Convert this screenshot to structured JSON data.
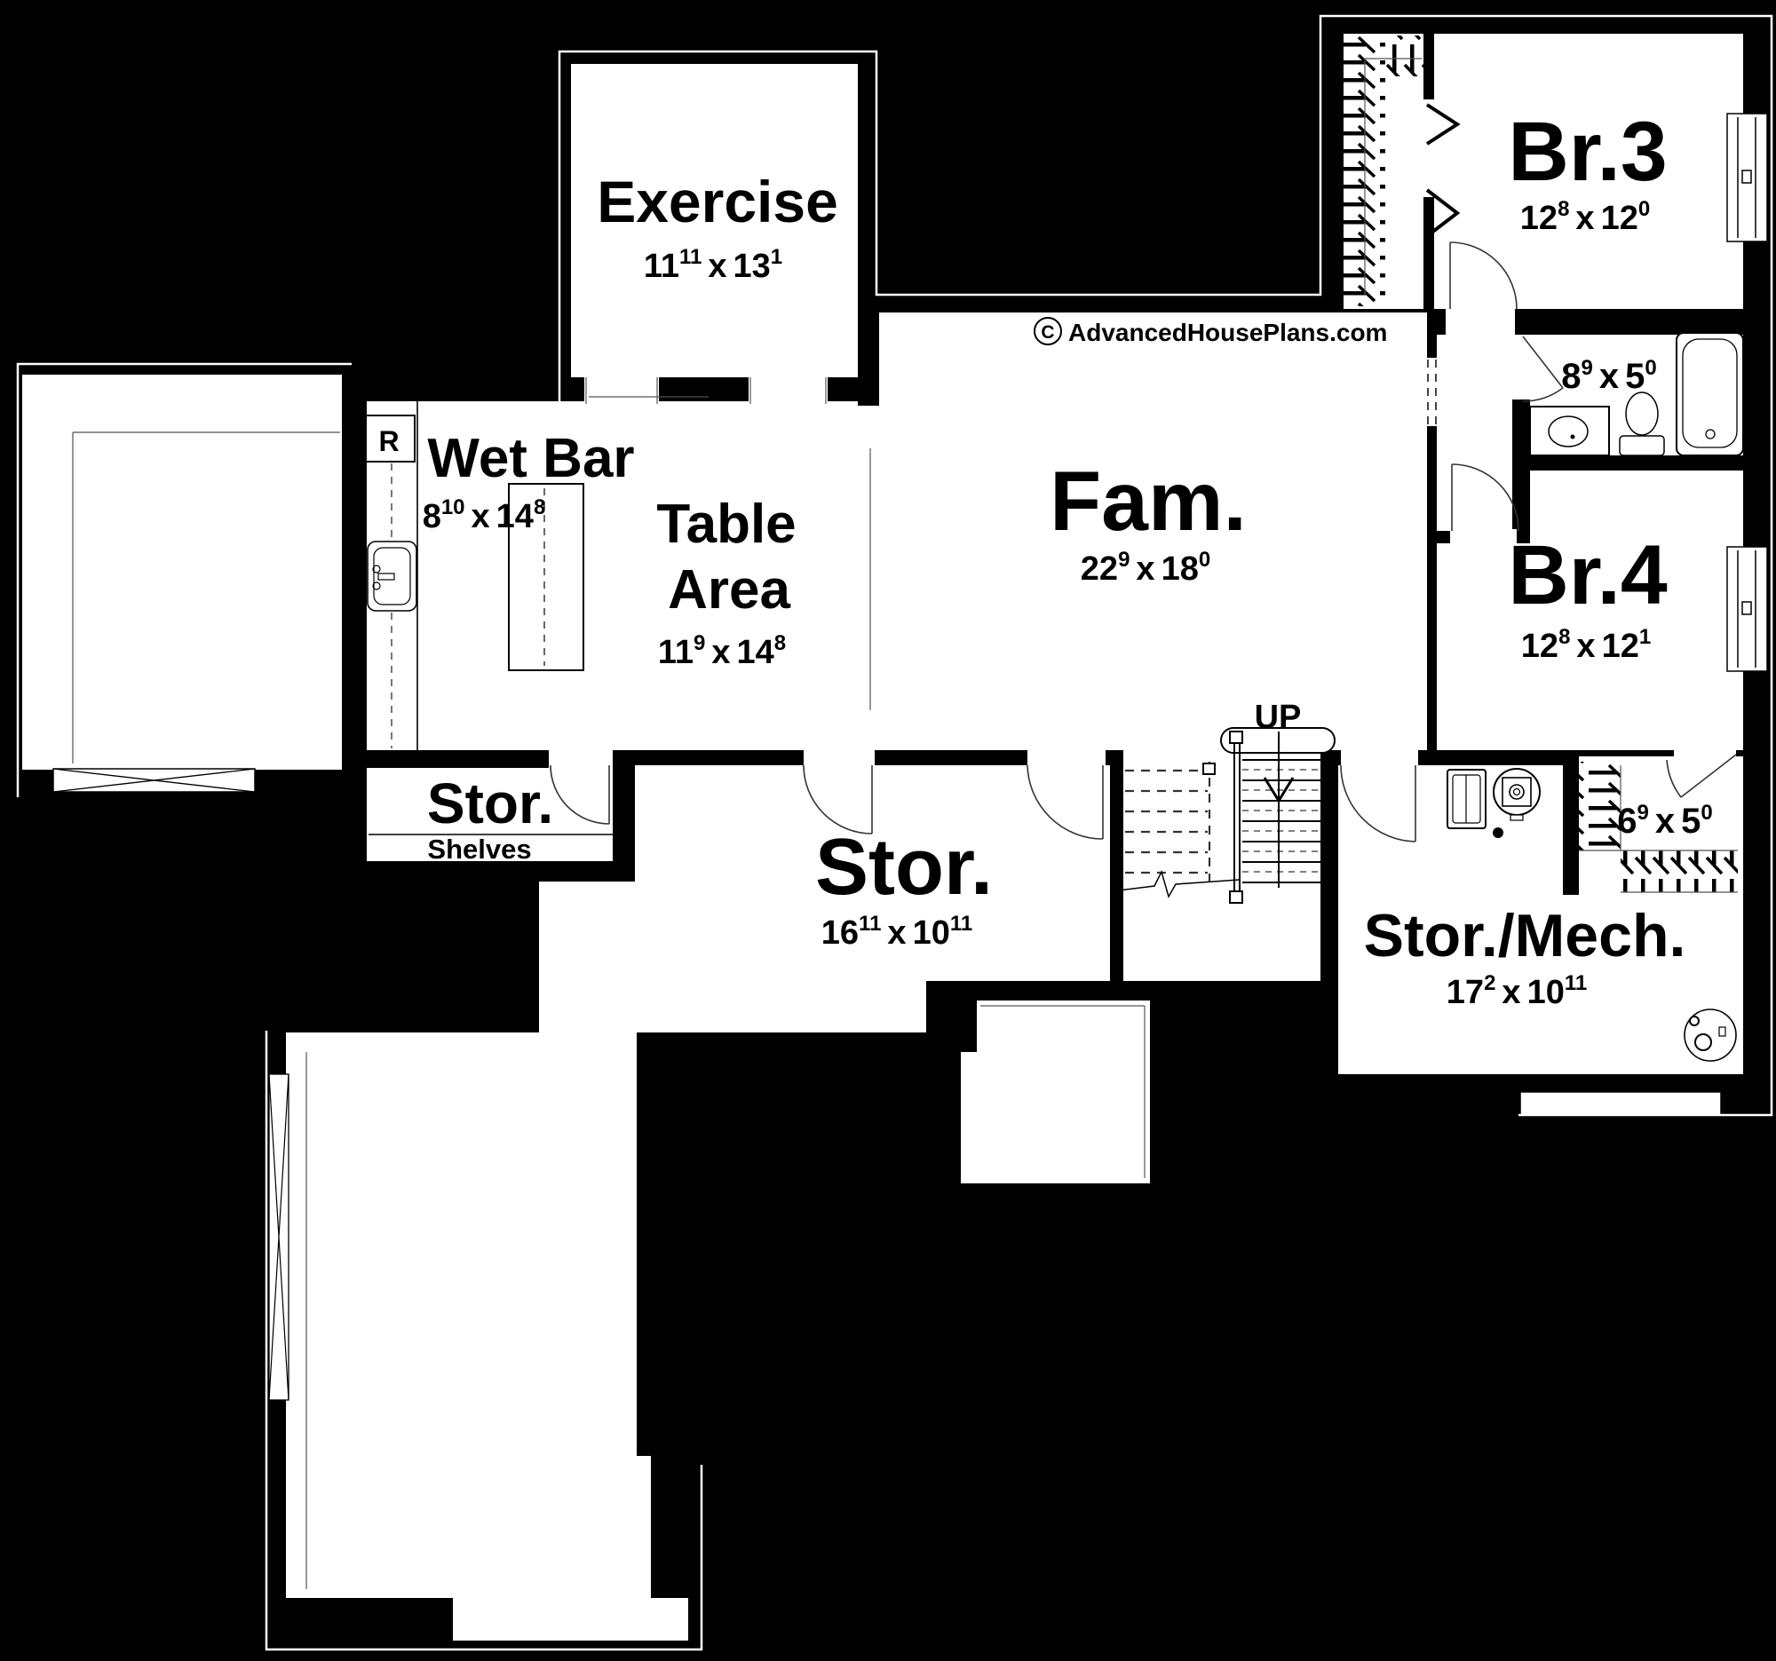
{
  "watermark": {
    "symbol": "C",
    "text": "AdvancedHousePlans.com"
  },
  "stairs": {
    "up_label": "UP"
  },
  "fixtures": {
    "fridge_label": "R"
  },
  "colors": {
    "background": "#000000",
    "floor": "#ffffff",
    "line": "#000000"
  },
  "rooms": {
    "exercise": {
      "label": "Exercise",
      "dim": {
        "w": "11",
        "w_sup": "11",
        "sep": "x",
        "h": "13",
        "h_sup": "1"
      }
    },
    "br3": {
      "label": "Br.3",
      "dim": {
        "w": "12",
        "w_sup": "8",
        "sep": "x",
        "h": "12",
        "h_sup": "0"
      }
    },
    "bath": {
      "dim": {
        "w": "8",
        "w_sup": "9",
        "sep": "x",
        "h": "5",
        "h_sup": "0"
      }
    },
    "br4": {
      "label": "Br.4",
      "dim": {
        "w": "12",
        "w_sup": "8",
        "sep": "x",
        "h": "12",
        "h_sup": "1"
      }
    },
    "fam": {
      "label": "Fam.",
      "dim": {
        "w": "22",
        "w_sup": "9",
        "sep": "x",
        "h": "18",
        "h_sup": "0"
      }
    },
    "wet_bar": {
      "label": "Wet Bar",
      "dim": {
        "w": "8",
        "w_sup": "10",
        "sep": "x",
        "h": "14",
        "h_sup": "8"
      }
    },
    "table_area": {
      "label_line1": "Table",
      "label_line2": "Area",
      "dim": {
        "w": "11",
        "w_sup": "9",
        "sep": "x",
        "h": "14",
        "h_sup": "8"
      }
    },
    "stor_shelves": {
      "label": "Stor.",
      "sublabel": "Shelves"
    },
    "stor_main": {
      "label": "Stor.",
      "dim": {
        "w": "16",
        "w_sup": "11",
        "sep": "x",
        "h": "10",
        "h_sup": "11"
      }
    },
    "stor_mech": {
      "label": "Stor./Mech.",
      "dim": {
        "w": "17",
        "w_sup": "2",
        "sep": "x",
        "h": "10",
        "h_sup": "11"
      }
    },
    "br4_closet": {
      "dim": {
        "w": "6",
        "w_sup": "9",
        "sep": "x",
        "h": "5",
        "h_sup": "0"
      }
    }
  }
}
